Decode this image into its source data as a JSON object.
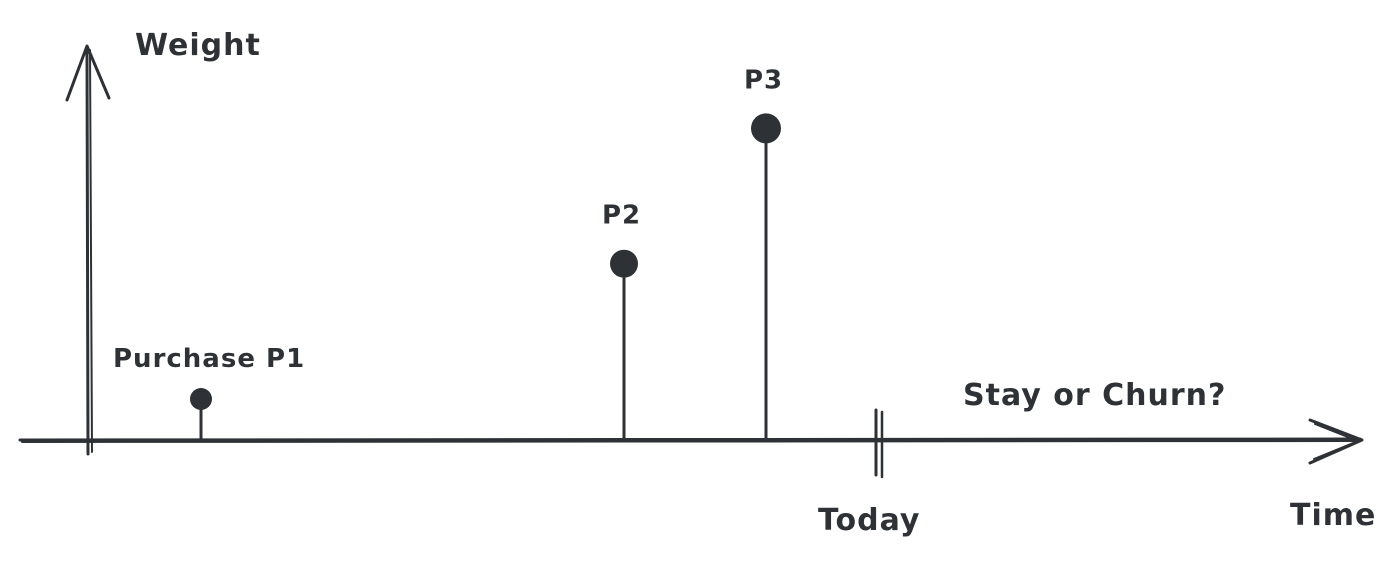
{
  "diagram": {
    "y_axis_label": "Weight",
    "x_axis_label": "Time",
    "today_label": "Today",
    "question_label": "Stay or Churn?",
    "ink_color": "#2e3236",
    "background_color": "#ffffff"
  },
  "chart_data": {
    "type": "scatter",
    "xlabel": "Time",
    "ylabel": "Weight",
    "points": [
      {
        "label": "Purchase P1",
        "weight": 1
      },
      {
        "label": "P2",
        "weight": 4.3
      },
      {
        "label": "P3",
        "weight": 7.6
      }
    ],
    "marker": "Today",
    "annotation": "Stay or Churn?"
  }
}
